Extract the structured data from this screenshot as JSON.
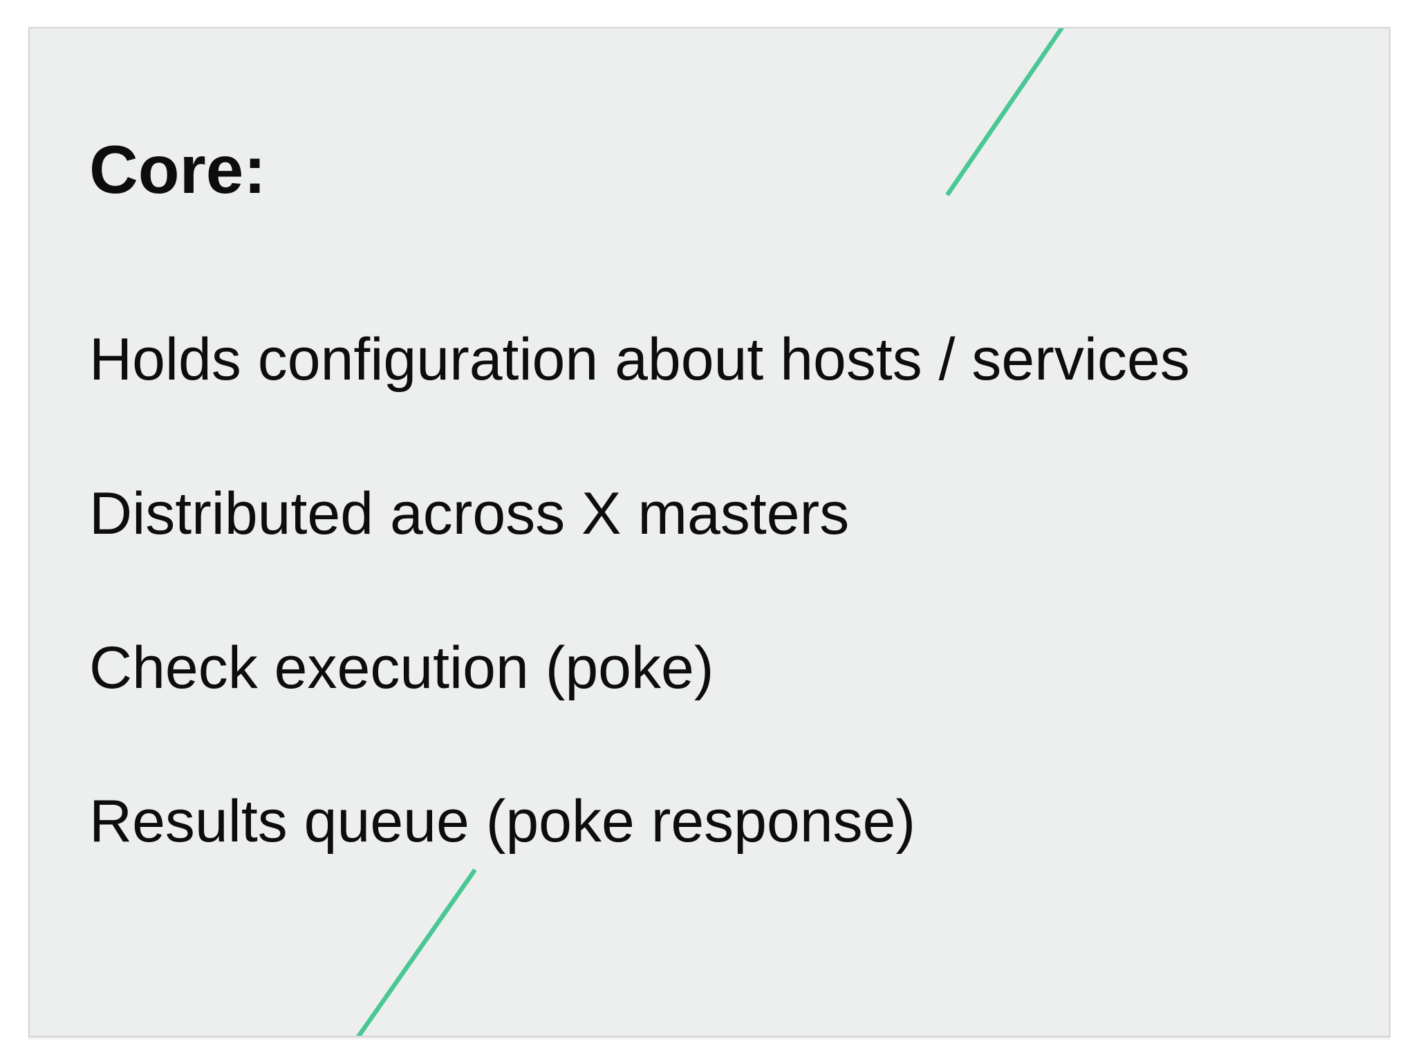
{
  "slide": {
    "title": "Core:",
    "bullets": [
      "Holds configuration about hosts / services",
      "Distributed across X masters",
      "Check execution (poke)",
      "Results queue (poke response)"
    ],
    "accent": {
      "color": "#49c795"
    },
    "colors": {
      "page_background": "#ffffff",
      "slide_background": "#ecefed",
      "slide_border": "#d3d5d3",
      "text": "#0d0d0d"
    }
  }
}
